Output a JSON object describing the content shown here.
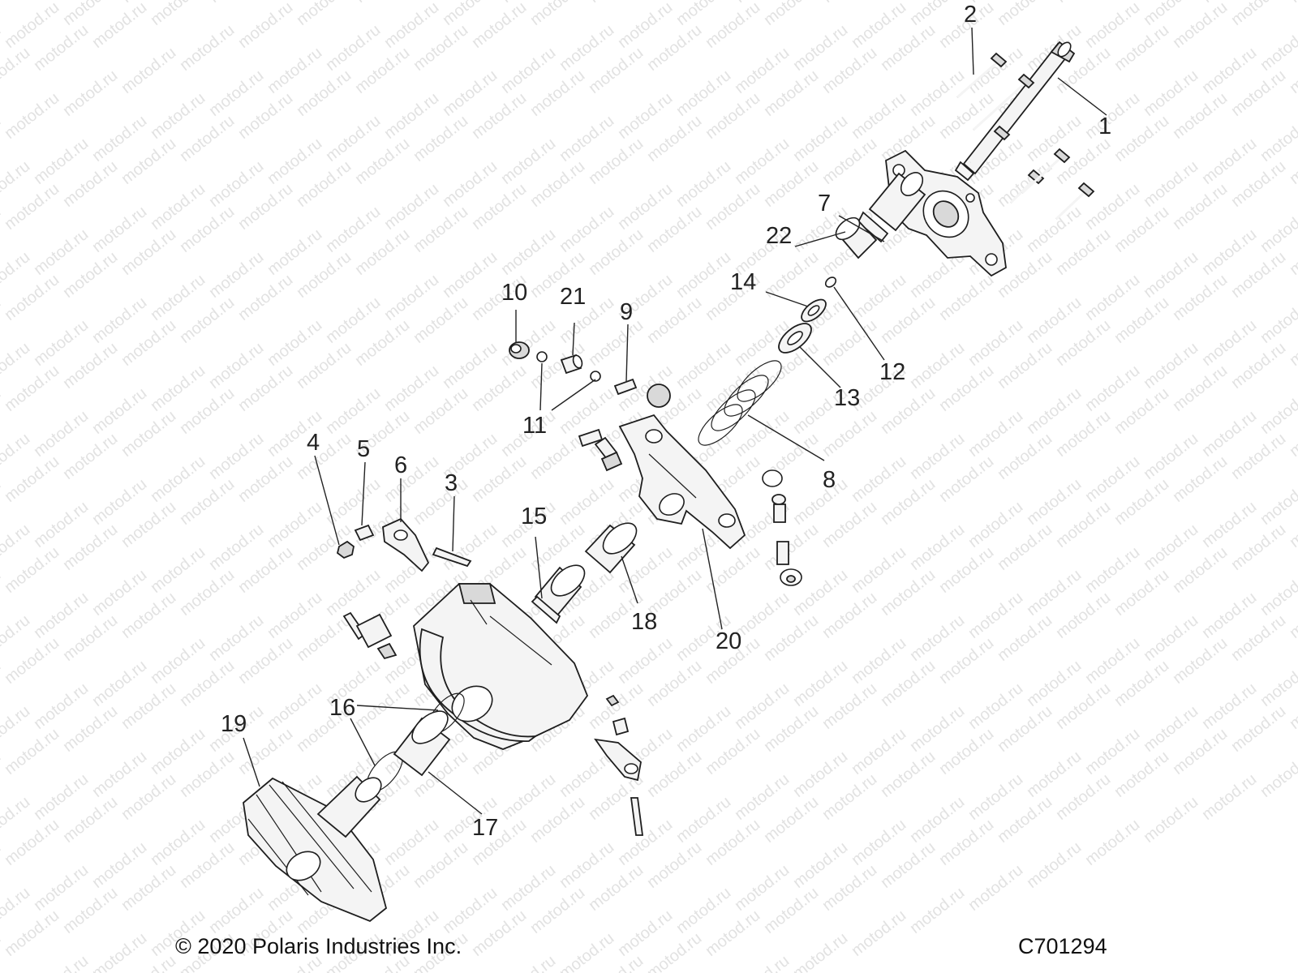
{
  "watermark": {
    "text": "motod.ru"
  },
  "callouts": [
    {
      "label": "1"
    },
    {
      "label": "2"
    },
    {
      "label": "3"
    },
    {
      "label": "4"
    },
    {
      "label": "5"
    },
    {
      "label": "6"
    },
    {
      "label": "7"
    },
    {
      "label": "8"
    },
    {
      "label": "9"
    },
    {
      "label": "10"
    },
    {
      "label": "11"
    },
    {
      "label": "12"
    },
    {
      "label": "13"
    },
    {
      "label": "14"
    },
    {
      "label": "15"
    },
    {
      "label": "16"
    },
    {
      "label": "17"
    },
    {
      "label": "18"
    },
    {
      "label": "19"
    },
    {
      "label": "20"
    },
    {
      "label": "21"
    },
    {
      "label": "22"
    }
  ],
  "footer": {
    "copyright": "© 2020 Polaris Industries Inc.",
    "drawing_number": "C701294"
  }
}
